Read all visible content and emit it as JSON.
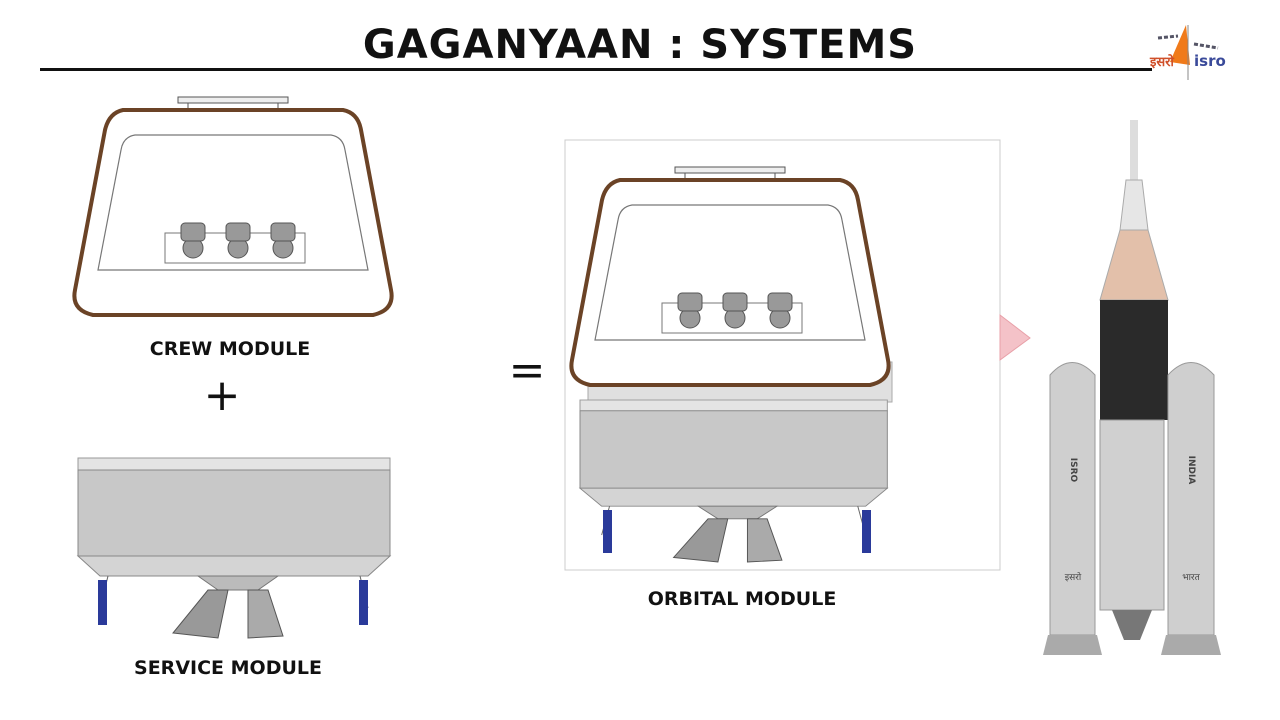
{
  "slide": {
    "title": "GAGANYAAN : SYSTEMS",
    "labels": {
      "crew_module": "CREW MODULE",
      "service_module": "SERVICE MODULE",
      "orbital_module": "ORBITAL MODULE"
    },
    "operators": {
      "plus": "+",
      "equals": "="
    }
  },
  "logo": {
    "hindi": "इसरो",
    "latin": "isro",
    "accent": "#f07a1a",
    "text_color": "#d0502a"
  },
  "rocket": {
    "left_booster_text": "ISRO",
    "right_booster_text": "INDIA",
    "left_booster_hindi": "इसरो",
    "right_booster_hindi": "भारत"
  },
  "colors": {
    "capsule_outline": "#6b4326",
    "module_grey": "#c8c8c8",
    "strut_blue": "#2a3a9a",
    "arrow_pink": "#f4c2c8"
  }
}
